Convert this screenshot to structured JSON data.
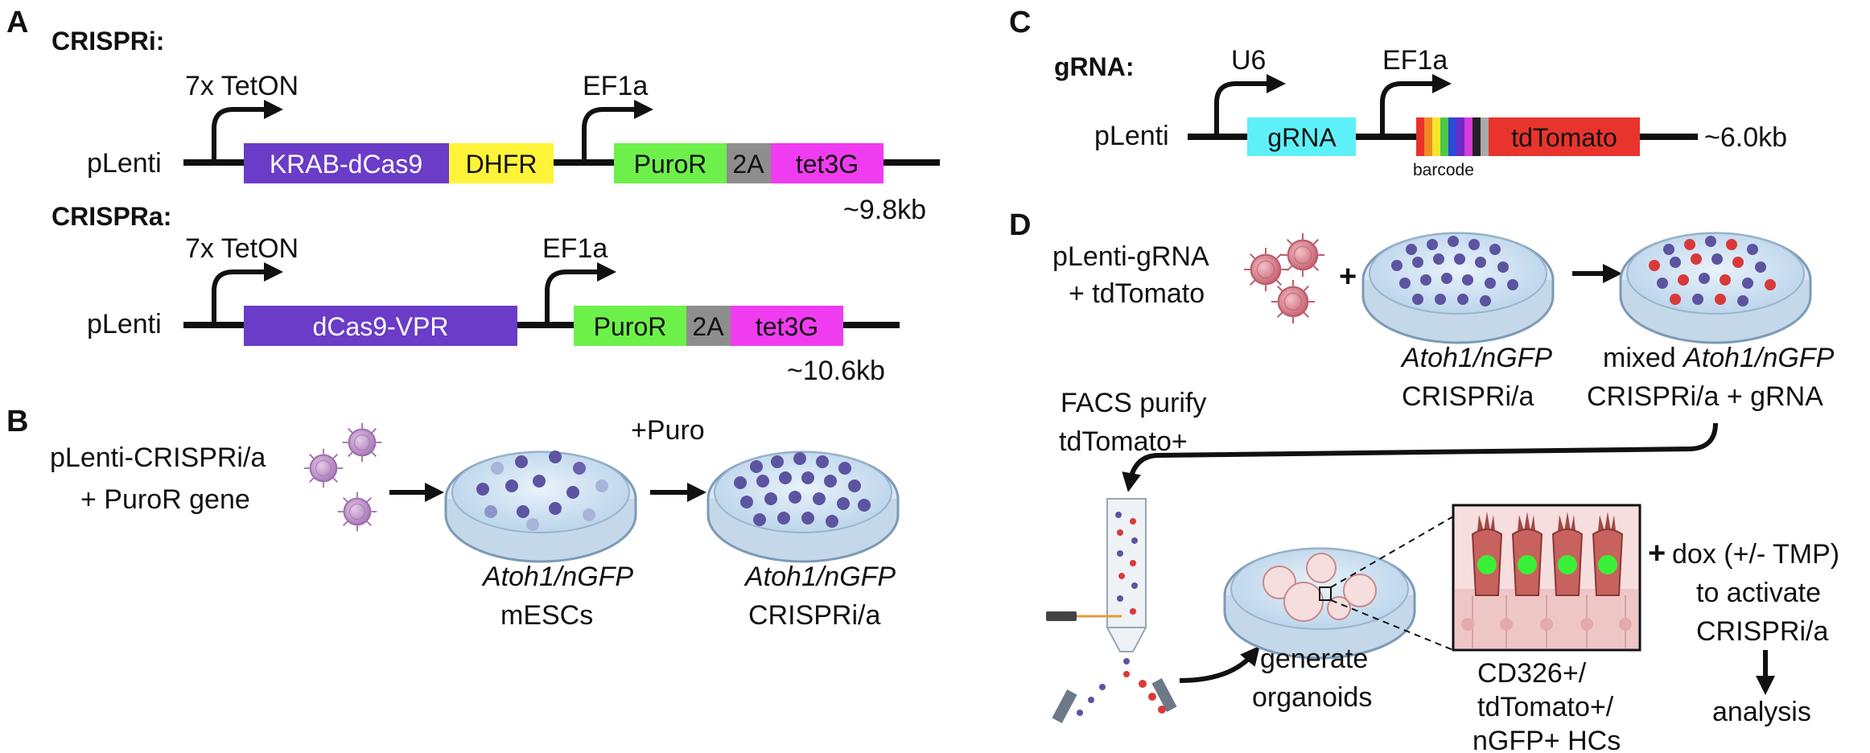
{
  "panels": {
    "a": "A",
    "b": "B",
    "c": "C",
    "d": "D"
  },
  "panel_a": {
    "crispri_heading": "CRISPRi:",
    "crispra_heading": "CRISPRa:",
    "crispri_construct": {
      "vector": "pLenti",
      "promoter1": "7x TetON",
      "promoter2": "EF1a",
      "size": "~9.8kb",
      "boxes": [
        {
          "label": "KRAB-dCas9",
          "color": "#6a3cc8",
          "text_color": "#ffffff"
        },
        {
          "label": "DHFR",
          "color": "#fff33a",
          "text_color": "#111111"
        },
        {
          "label": "PuroR",
          "color": "#6df04a",
          "text_color": "#111111"
        },
        {
          "label": "2A",
          "color": "#8e8e8e",
          "text_color": "#111111"
        },
        {
          "label": "tet3G",
          "color": "#f03cf0",
          "text_color": "#111111"
        }
      ]
    },
    "crispra_construct": {
      "vector": "pLenti",
      "promoter1": "7x TetON",
      "promoter2": "EF1a",
      "size": "~10.6kb",
      "boxes": [
        {
          "label": "dCas9-VPR",
          "color": "#6a3cc8",
          "text_color": "#ffffff"
        },
        {
          "label": "PuroR",
          "color": "#6df04a",
          "text_color": "#111111"
        },
        {
          "label": "2A",
          "color": "#8e8e8e",
          "text_color": "#111111"
        },
        {
          "label": "tet3G",
          "color": "#f03cf0",
          "text_color": "#111111"
        }
      ]
    }
  },
  "panel_b": {
    "input_line1": "pLenti-CRISPRi/a",
    "input_line2": "+ PuroR gene",
    "puro": "+Puro",
    "dish1_line1": "Atoh1/nGFP",
    "dish1_line2": "mESCs",
    "dish2_line1": "Atoh1/nGFP",
    "dish2_line2": "CRISPRi/a"
  },
  "panel_c": {
    "heading": "gRNA:",
    "vector": "pLenti",
    "promoter1": "U6",
    "promoter2": "EF1a",
    "grna_box": "gRNA",
    "barcode": "barcode",
    "tdtomato_box": "tdTomato",
    "size": "~6.0kb",
    "barcode_colors": [
      "#e8322a",
      "#f08a24",
      "#f5e62a",
      "#4cc84a",
      "#2a4ad8",
      "#6a2ac8",
      "#d83ad8",
      "#222222",
      "#aaaaaa"
    ],
    "colors": {
      "grna": "#5ef0f8",
      "tdtomato": "#e8342c"
    }
  },
  "panel_d": {
    "input_line1": "pLenti-gRNA",
    "input_line2": "+ tdTomato",
    "plus": "+",
    "dish1_line1": "Atoh1/nGFP",
    "dish1_line2": "CRISPRi/a",
    "mixed_word": "mixed ",
    "mixed_italic": "Atoh1/nGFP",
    "mixed_line2": "CRISPRi/a + gRNA",
    "facs_line1": "FACS purify",
    "facs_line2": "tdTomato+",
    "organoid_line1": "generate",
    "organoid_line2": "organoids",
    "hc_line1": "CD326+/",
    "hc_line2": "tdTomato+/",
    "hc_line3": "nGFP+ HCs",
    "dox_plus": "+",
    "dox_line1": "dox (+/- TMP)",
    "dox_line2": "to activate",
    "dox_line3": "CRISPRi/a",
    "analysis": "analysis"
  }
}
